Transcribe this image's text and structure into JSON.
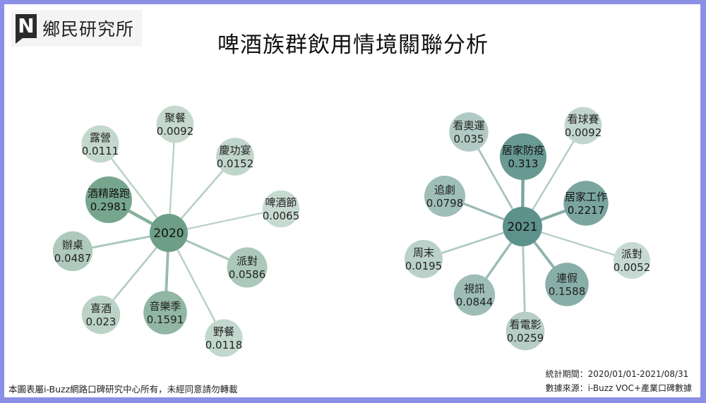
{
  "header": {
    "logo_mark": "N",
    "logo_text": "鄉民研究所",
    "title": "啤酒族群飲用情境關聯分析"
  },
  "networks": [
    {
      "center": "2020",
      "center_color": "#6d9f86",
      "line_color": "#c5d9cf",
      "nodes": [
        {
          "label": "聚餐",
          "value": "0.0092"
        },
        {
          "label": "慶功宴",
          "value": "0.0152"
        },
        {
          "label": "啤酒節",
          "value": "0.0065"
        },
        {
          "label": "派對",
          "value": "0.0586"
        },
        {
          "label": "野餐",
          "value": "0.0118"
        },
        {
          "label": "音樂季",
          "value": "0.1591"
        },
        {
          "label": "喜酒",
          "value": "0.023"
        },
        {
          "label": "辦桌",
          "value": "0.0487"
        },
        {
          "label": "酒精路跑",
          "value": "0.2981"
        },
        {
          "label": "露營",
          "value": "0.0111"
        }
      ]
    },
    {
      "center": "2021",
      "center_color": "#5d918b",
      "line_color": "#bfd2d0",
      "nodes": [
        {
          "label": "看球賽",
          "value": "0.0092"
        },
        {
          "label": "居家工作",
          "value": "0.2217"
        },
        {
          "label": "派對",
          "value": "0.0052"
        },
        {
          "label": "連假",
          "value": "0.1588"
        },
        {
          "label": "看電影",
          "value": "0.0259"
        },
        {
          "label": "視訊",
          "value": "0.0844"
        },
        {
          "label": "周末",
          "value": "0.0195"
        },
        {
          "label": "追劇",
          "value": "0.0798"
        },
        {
          "label": "看奧運",
          "value": "0.035"
        },
        {
          "label": "居家防疫",
          "value": "0.313"
        }
      ]
    }
  ],
  "footer": {
    "copyright": "本圖表屬i-Buzz網路口碑研究中心所有，未經同意請勿轉載",
    "period": "統計期間：2020/01/01-2021/08/31",
    "source": "數據來源：i-Buzz VOC+產業口碑數據"
  }
}
